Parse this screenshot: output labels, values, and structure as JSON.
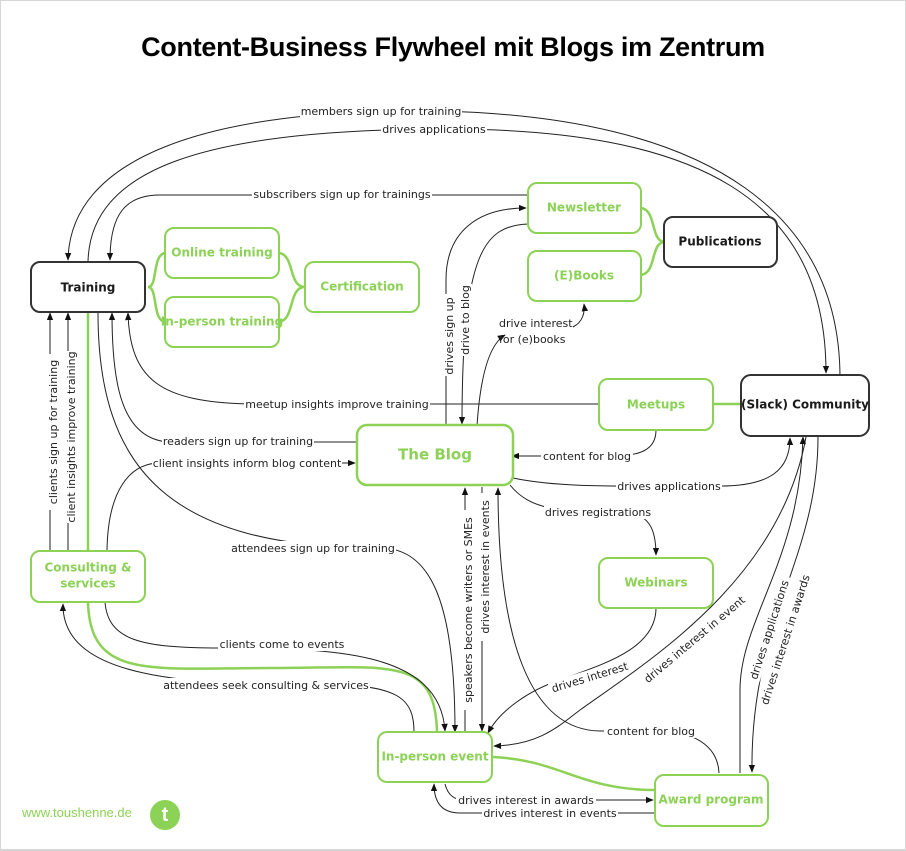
{
  "title": "Content-Business Flywheel mit Blogs im Zentrum",
  "colors": {
    "accent": "#8cd256",
    "dark": "#333333",
    "text": "#222222"
  },
  "nodes": {
    "training": "Training",
    "online_training": "Online training",
    "inperson_training": "In-person training",
    "certification": "Certification",
    "newsletter": "Newsletter",
    "ebooks": "(E)Books",
    "publications": "Publications",
    "meetups": "Meetups",
    "community": "(Slack) Community",
    "blog": "The Blog",
    "webinars": "Webinars",
    "consulting_l1": "Consulting &",
    "consulting_l2": "services",
    "inperson_event": "In-person event",
    "award": "Award program"
  },
  "edges": {
    "members_signup": "members sign up for training",
    "drives_applications_top": "drives applications",
    "subscribers_signup": "subscribers sign up for trainings",
    "drives_sign_up": "drives sign up",
    "drive_to_blog": "drive to blog",
    "drive_interest_ebooks_l1": "drive interest",
    "drive_interest_ebooks_l2": "for (e)books",
    "meetup_insights": "meetup insights improve training",
    "readers_signup": "readers sign up for training",
    "client_insights_blog": "client insights inform blog content",
    "content_for_blog_meetups": "content for blog",
    "drives_applications_blog": "drives applications",
    "drives_registrations": "drives registrations",
    "clients_signup": "clients sign up for training",
    "client_insights_training": "client insights improve training",
    "attendees_signup": "attendees sign up for training",
    "speakers_writers": "speakers become writers or SMEs",
    "drives_interest_events_blog": "drives interest in events",
    "drives_interest_webinars": "drives interest",
    "drives_interest_event_comm": "drives interest in event",
    "drives_applications_award": "drives applications",
    "drives_interest_awards_comm": "drives interest in awards",
    "clients_come": "clients come to events",
    "attendees_seek": "attendees seek consulting & services",
    "content_for_blog_award": "content for blog",
    "drives_interest_awards": "drives interest in awards",
    "drives_interest_events": "drives interest in events"
  },
  "footer": {
    "url": "www.toushenne.de",
    "logo_letter": "t"
  }
}
